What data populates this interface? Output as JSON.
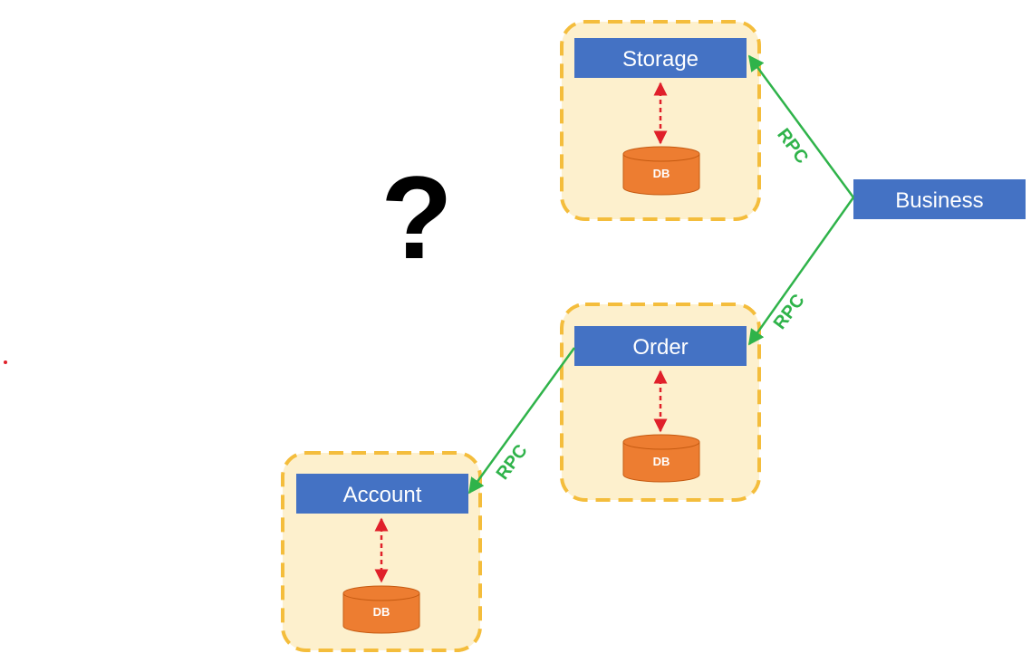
{
  "question_mark": "?",
  "services": {
    "storage": {
      "label": "Storage",
      "db_label": "DB"
    },
    "business": {
      "label": "Business"
    },
    "order": {
      "label": "Order",
      "db_label": "DB"
    },
    "account": {
      "label": "Account",
      "db_label": "DB"
    }
  },
  "connections": {
    "business_storage": "RPC",
    "business_order": "RPC",
    "order_account": "RPC"
  },
  "colors": {
    "service_box": "#4472c4",
    "container_fill": "#fdf0cd",
    "container_border": "#f4bd3c",
    "db_fill": "#ed7d31",
    "rpc_line": "#2fb34a",
    "db_link": "#e0202a"
  }
}
